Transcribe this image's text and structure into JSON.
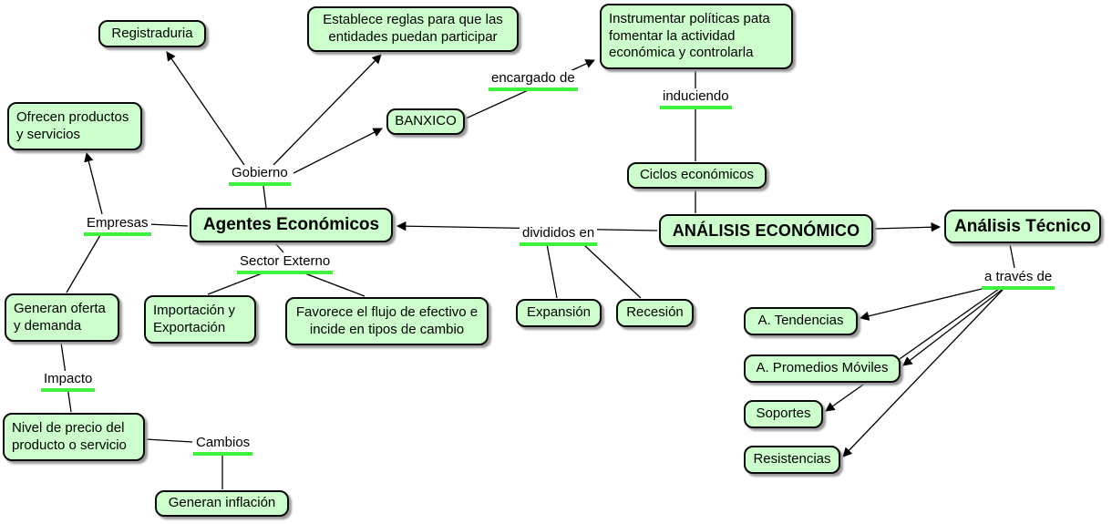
{
  "diagram": {
    "type": "concept-map",
    "topic": "ANÁLISIS ECONÓMICO"
  },
  "colors": {
    "node_fill": "#ccffcc",
    "node_border": "#0a0a0a",
    "label_underline": "#3ef23e",
    "shadow": "#9b9b9b",
    "connector": "#000000"
  },
  "nodes": {
    "registraduria": {
      "label": "Registraduria"
    },
    "establece_reglas": {
      "label": "Establece reglas para que las entidades puedan participar"
    },
    "instrumentar_politicas": {
      "label": "Instrumentar políticas pata fomentar la actividad económica y controlarla"
    },
    "banxico": {
      "label": "BANXICO"
    },
    "ofrecen_productos": {
      "label": "Ofrecen productos y servicios"
    },
    "ciclos_economicos": {
      "label": "Ciclos económicos"
    },
    "agentes_economicos": {
      "label": "Agentes Económicos"
    },
    "analisis_economico": {
      "label": "ANÁLISIS ECONÓMICO"
    },
    "analisis_tecnico": {
      "label": "Análisis Técnico"
    },
    "generan_oferta": {
      "label": "Generan oferta y demanda"
    },
    "importacion_exportacion": {
      "label": "Importación y Exportación"
    },
    "favorece_flujo": {
      "label": "Favorece el flujo de efectivo e incide en tipos de cambio"
    },
    "expansion": {
      "label": "Expansión"
    },
    "recesion": {
      "label": "Recesión"
    },
    "a_tendencias": {
      "label": "A. Tendencias"
    },
    "a_promedios_moviles": {
      "label": "A. Promedios Móviles"
    },
    "soportes": {
      "label": "Soportes"
    },
    "resistencias": {
      "label": "Resistencias"
    },
    "nivel_precio": {
      "label": "Nivel de precio del producto o servicio"
    },
    "generan_inflacion": {
      "label": "Generan inflación"
    }
  },
  "link_labels": {
    "encargado_de": "encargado de",
    "induciendo": "induciendo",
    "gobierno": "Gobierno",
    "empresas": "Empresas",
    "divididos_en": "divididos en",
    "sector_externo": "Sector Externo",
    "a_traves_de": "a través de",
    "impacto": "Impacto",
    "cambios": "Cambios"
  }
}
